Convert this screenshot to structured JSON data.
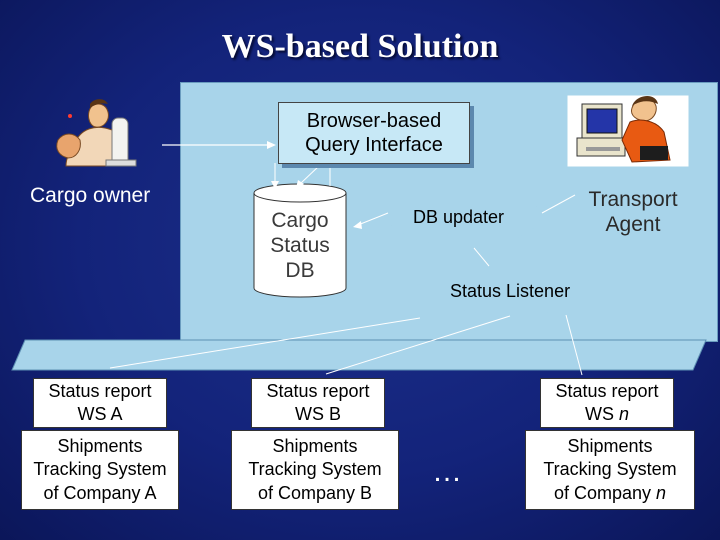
{
  "title": "WS-based Solution",
  "browser": {
    "line1": "Browser-based",
    "line2": "Query Interface"
  },
  "cargo_owner": {
    "label": "Cargo owner",
    "icon": "person-icon"
  },
  "database": {
    "line1": "Cargo",
    "line2": "Status",
    "line3": "DB"
  },
  "db_updater": {
    "label": "DB updater"
  },
  "transport_agent": {
    "line1": "Transport",
    "line2": "Agent",
    "icon": "computer-operator-icon"
  },
  "status_listener": {
    "label": "Status Listener"
  },
  "ws": [
    {
      "line1": "Status report",
      "line2_prefix": "WS ",
      "line2_var": "A",
      "italic": false
    },
    {
      "line1": "Status report",
      "line2_prefix": "WS ",
      "line2_var": "B",
      "italic": false
    },
    {
      "line1": "Status report",
      "line2_prefix": "WS ",
      "line2_var": "n",
      "italic": true
    }
  ],
  "tracking": [
    {
      "line1": "Shipments",
      "line2": "Tracking System",
      "line3_prefix": "of Company ",
      "line3_var": "A"
    },
    {
      "line1": "Shipments",
      "line2": "Tracking System",
      "line3_prefix": "of Company ",
      "line3_var": "B"
    },
    {
      "line1": "Shipments",
      "line2": "Tracking System",
      "line3_prefix": "of Company ",
      "line3_var": "n"
    }
  ],
  "ellipsis": "…",
  "colors": {
    "background": "#13237a",
    "panel": "#a8d4ea",
    "bus": "#a8d4ea"
  }
}
